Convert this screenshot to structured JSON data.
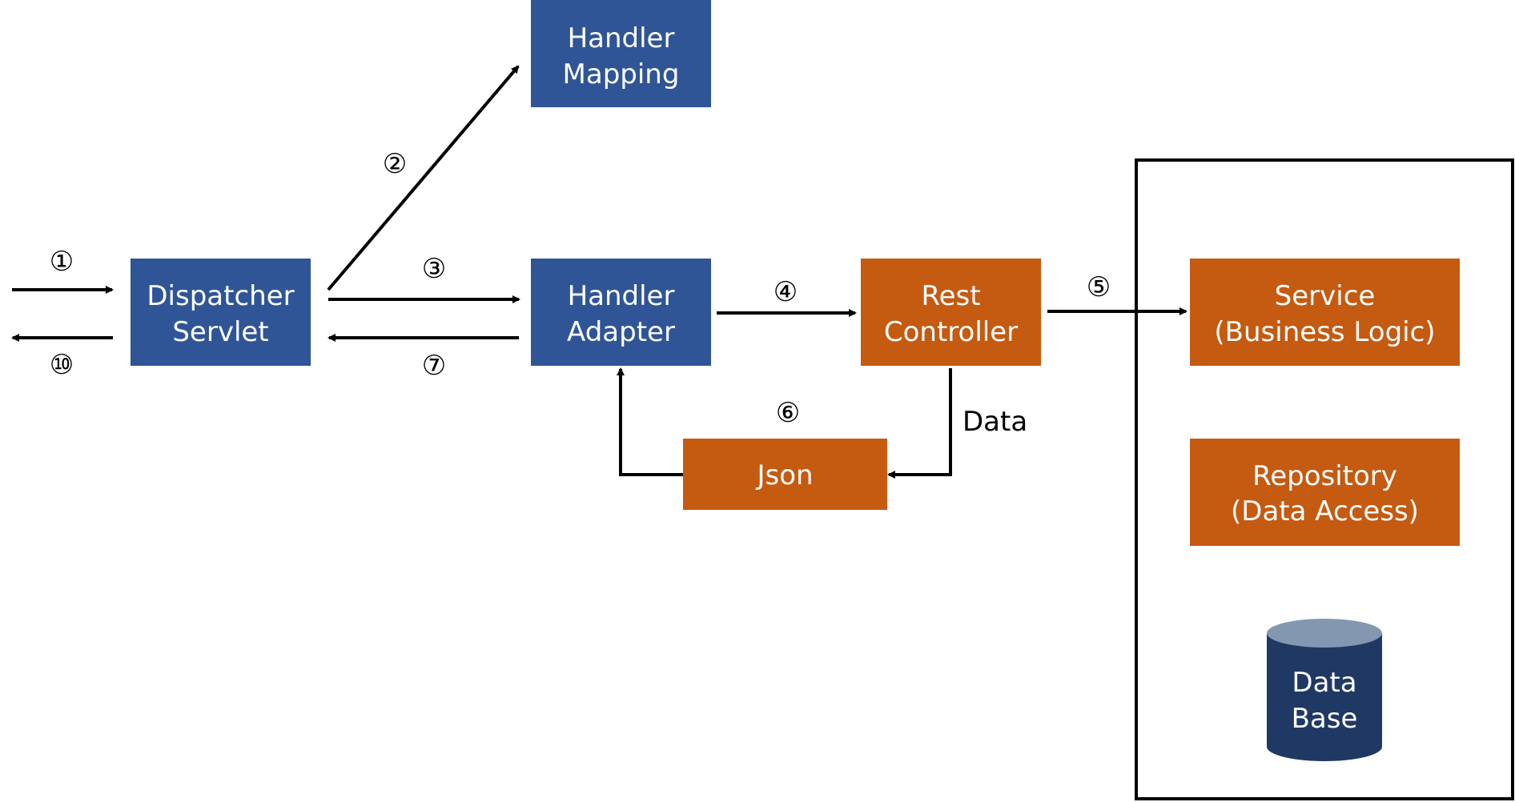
{
  "colors": {
    "blue_box": "#2F5597",
    "orange_box": "#C55A11",
    "cylinder_body": "#203864",
    "cylinder_top": "#8497B0",
    "line": "#000000",
    "background": "#FFFFFF"
  },
  "nodes": {
    "dispatcher_servlet": {
      "line1": "Dispatcher",
      "line2": "Servlet"
    },
    "handler_mapping": {
      "line1": "Handler",
      "line2": "Mapping"
    },
    "handler_adapter": {
      "line1": "Handler",
      "line2": "Adapter"
    },
    "rest_controller": {
      "line1": "Rest",
      "line2": "Controller"
    },
    "json": {
      "label": "Json"
    },
    "service": {
      "line1": "Service",
      "line2": "(Business Logic)"
    },
    "repository": {
      "line1": "Repository",
      "line2": "(Data Access)"
    },
    "database": {
      "line1": "Data",
      "line2": "Base"
    }
  },
  "steps": {
    "s1": "①",
    "s2": "②",
    "s3": "③",
    "s4": "④",
    "s5": "⑤",
    "s6": "⑥",
    "s7": "⑦",
    "s10": "⑩"
  },
  "edge_labels": {
    "data": "Data"
  }
}
